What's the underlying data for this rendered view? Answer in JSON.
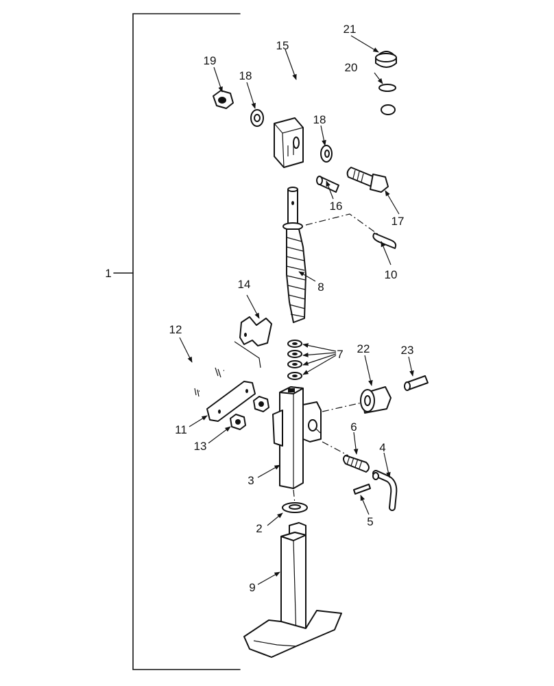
{
  "labels": {
    "l1": "1",
    "l2": "2",
    "l3": "3",
    "l4": "4",
    "l5": "5",
    "l6": "6",
    "l7": "7",
    "l8": "8",
    "l9": "9",
    "l10": "10",
    "l11": "11",
    "l12": "12",
    "l13": "13",
    "l14": "14",
    "l15": "15",
    "l16": "16",
    "l17": "17",
    "l18a": "18",
    "l18b": "18",
    "l19": "19",
    "l20": "20",
    "l21": "21",
    "l22": "22",
    "l23": "23"
  }
}
